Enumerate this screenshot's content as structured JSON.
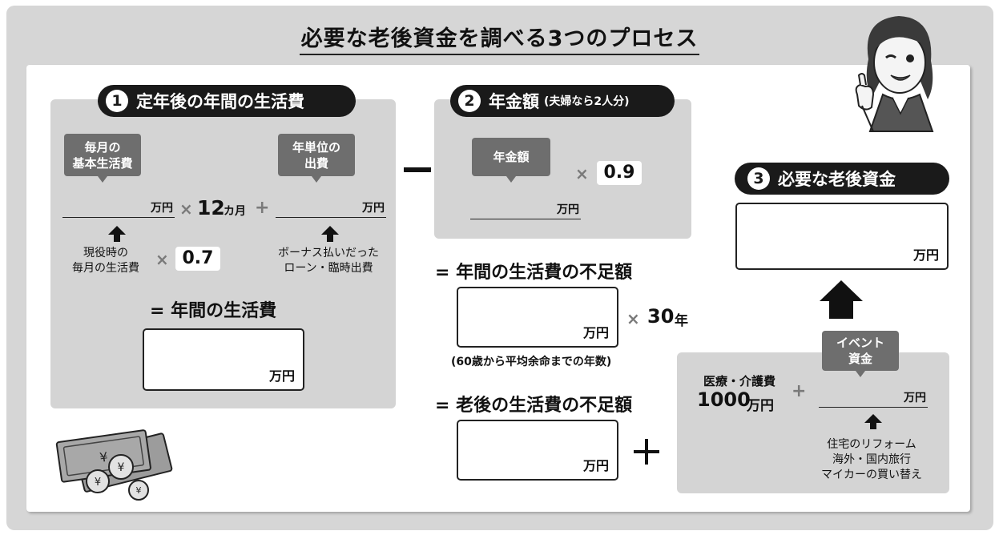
{
  "title": "必要な老後資金を調べる3つのプロセス",
  "step1": {
    "num": "1",
    "title": "定年後の年間の生活費",
    "tag_monthly": [
      "毎月の",
      "基本生活費"
    ],
    "tag_yearly": [
      "年単位の",
      "出費"
    ],
    "unit": "万円",
    "times": "×",
    "months_value": "12",
    "months_unit": "カ月",
    "plus": "+",
    "current_monthly": [
      "現役時の",
      "毎月の生活費"
    ],
    "factor": "0.7",
    "bonus_loan": [
      "ボーナス払いだった",
      "ローン・臨時出費"
    ],
    "result_label": "= 年間の生活費"
  },
  "minus": "ー",
  "step2": {
    "num": "2",
    "title": "年金額",
    "title_note": "(夫婦なら2人分)",
    "tag": "年金額",
    "unit": "万円",
    "times": "×",
    "factor": "0.9"
  },
  "shortfall_year": {
    "label": "= 年間の生活費の不足額",
    "unit": "万円",
    "times": "×",
    "years_value": "30",
    "years_unit": "年",
    "note": "(60歳から平均余命までの年数)"
  },
  "shortfall_total": {
    "label": "= 老後の生活費の不足額",
    "unit": "万円",
    "plus": "+"
  },
  "step3": {
    "num": "3",
    "title": "必要な老後資金",
    "unit": "万円"
  },
  "event": {
    "tag": [
      "イベント",
      "資金"
    ],
    "medical_label": "医療・介護費",
    "medical_value": "1000",
    "medical_unit": "万円",
    "plus": "+",
    "unit": "万円",
    "examples": [
      "住宅のリフォーム",
      "海外・国内旅行",
      "マイカーの買い替え"
    ]
  },
  "yen_symbol": "¥"
}
